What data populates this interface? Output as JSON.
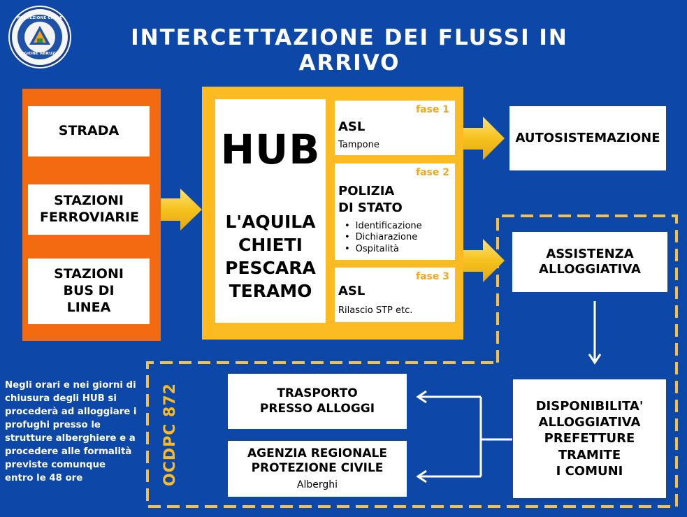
{
  "logo": {
    "text_top": "PROTEZIONE CIVILE",
    "text_bottom": "REGIONE ABRUZZO",
    "icon": "protezione-civile-emblem"
  },
  "title": "INTERCETTAZIONE DEI FLUSSI IN ARRIVO",
  "sources": [
    "STRADA",
    "STAZIONI FERROVIARIE",
    "STAZIONI BUS DI LINEA"
  ],
  "hub": {
    "title": "HUB",
    "cities": [
      "L'AQUILA",
      "CHIETI",
      "PESCARA",
      "TERAMO"
    ]
  },
  "phases": [
    {
      "tag": "fase 1",
      "title": "ASL",
      "subtitle": "Tampone"
    },
    {
      "tag": "fase 2",
      "title_line1": "POLIZIA",
      "title_line2": "DI STATO",
      "items": [
        "Identificazione",
        "Dichiarazione",
        "Ospitalità"
      ]
    },
    {
      "tag": "fase 3",
      "title": "ASL",
      "subtitle": "Rilascio STP etc."
    }
  ],
  "outcomes": {
    "autosistemazione": "AUTOSISTEMAZIONE",
    "assistenza_line1": "ASSISTENZA",
    "assistenza_line2": "ALLOGGIATIVA",
    "disponibilita": [
      "DISPONIBILITA'",
      "ALLOGGIATIVA",
      "PREFETTURE",
      "TRAMITE",
      "I COMUNI"
    ]
  },
  "ocdpc": {
    "label": "OCDPC 872",
    "trasporto_line1": "TRASPORTO",
    "trasporto_line2": "PRESSO ALLOGGI",
    "agenzia_line1": "AGENZIA REGIONALE",
    "agenzia_line2": "PROTEZIONE CIVILE",
    "agenzia_sub": "Alberghi"
  },
  "note_lines": [
    "Negli orari e nei giorni di",
    "chiusura degli HUB si",
    "procederà ad alloggiare i",
    "profughi presso le",
    "strutture alberghiere e a",
    "procedere alle formalità",
    "previste comunque",
    "entro le 48 ore"
  ],
  "colors": {
    "background": "#0d47a8",
    "sources_panel": "#f36a10",
    "hub_panel": "#fcba23",
    "arrow_yellow": "#f6c21e",
    "dashed_border": "#f4c14a",
    "phase_tag": "#f3a81c"
  }
}
